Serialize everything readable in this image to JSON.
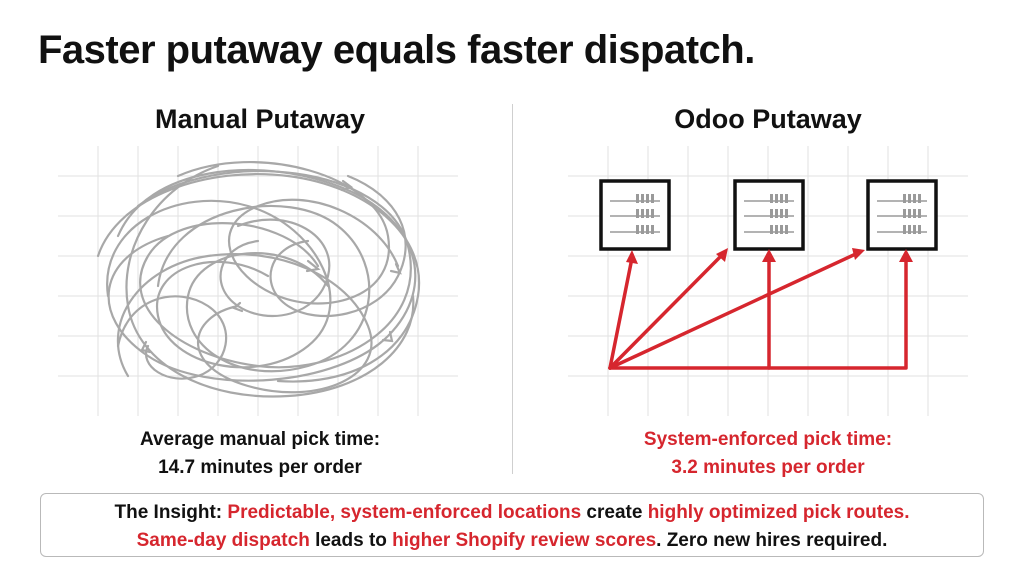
{
  "title": "Faster putaway equals faster dispatch.",
  "left": {
    "heading": "Manual Putaway",
    "stat_line1": "Average manual pick time:",
    "stat_line2": "14.7 minutes per order"
  },
  "right": {
    "heading": "Odoo Putaway",
    "stat_line1": "System-enforced pick time:",
    "stat_line2": "3.2 minutes per order"
  },
  "insight": {
    "line1": [
      {
        "text": "The Insight: ",
        "style": "dark"
      },
      {
        "text": "Predictable, system-enforced locations",
        "style": "red"
      },
      {
        "text": " create ",
        "style": "dark"
      },
      {
        "text": "highly optimized pick routes.",
        "style": "red"
      }
    ],
    "line2": [
      {
        "text": "Same-day dispatch",
        "style": "red"
      },
      {
        "text": " leads to ",
        "style": "dark"
      },
      {
        "text": "higher Shopify review scores",
        "style": "red"
      },
      {
        "text": ". Zero new hires required.",
        "style": "dark"
      }
    ]
  },
  "colors": {
    "accent": "#d6262e",
    "scribble": "#a8a8a8",
    "grid": "#e2e2e2",
    "text": "#111111"
  }
}
